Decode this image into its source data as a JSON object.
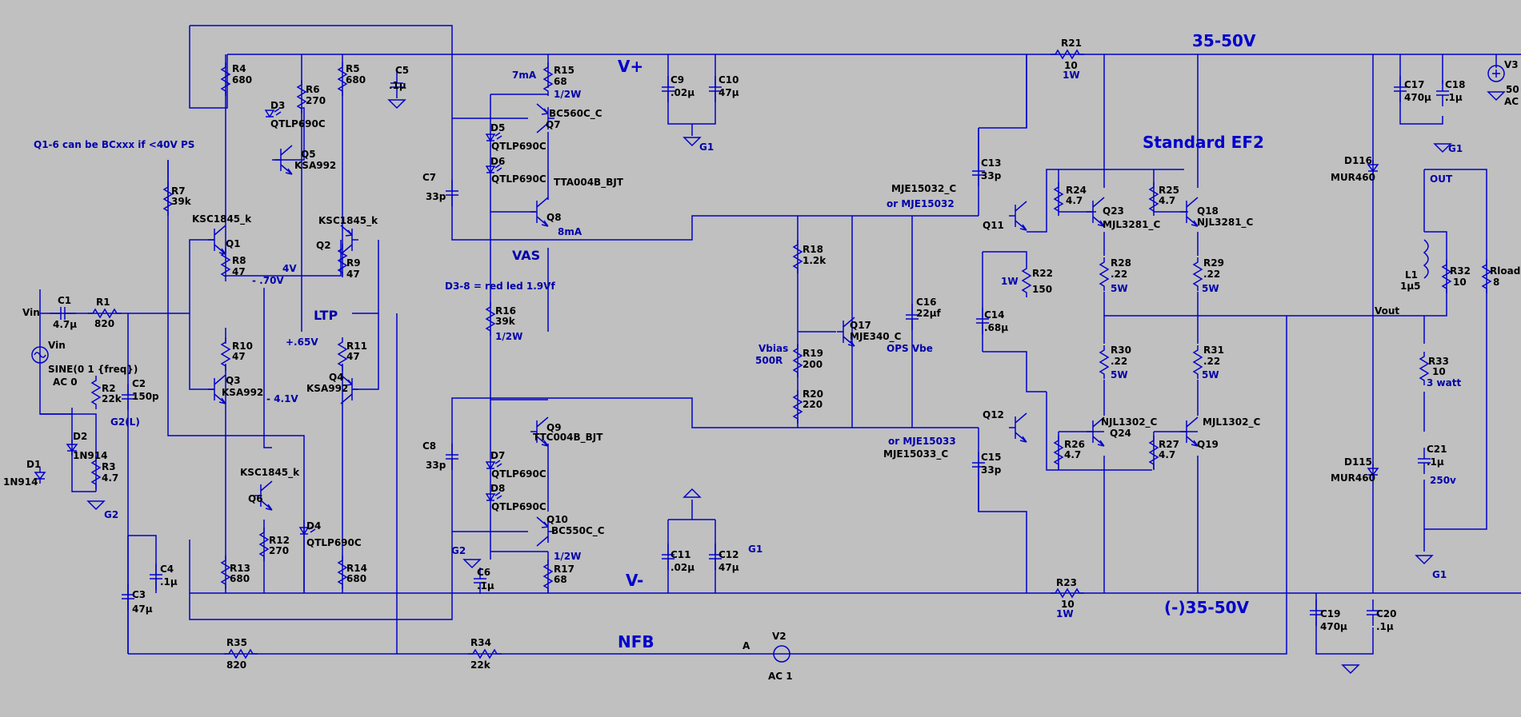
{
  "notes": {
    "v_plus": "V+",
    "v_minus": "V-",
    "rail_pos": "35-50V",
    "rail_neg": "(-)35-50V",
    "title": "Standard EF2",
    "vas": "VAS",
    "ltp": "LTP",
    "nfb": "NFB",
    "q_note": "Q1-6 can be BCxxx if <40V PS",
    "led_note": "D3-8 = red led 1.9Vf",
    "i7ma": "7mA",
    "i8ma": "8mA",
    "v4": "4V",
    "v070": "- .70V",
    "v065": "+.65V",
    "v41": "- 4.1V",
    "vbias": "Vbias",
    "vbias_val": "500R",
    "ops_vbe": "OPS Vbe",
    "out": "OUT",
    "vout": "Vout",
    "node_a": "A"
  },
  "resistors": [
    {
      "ref": "R4",
      "val": "680"
    },
    {
      "ref": "R5",
      "val": "680"
    },
    {
      "ref": "R6",
      "val": "270"
    },
    {
      "ref": "R7",
      "val": "39k"
    },
    {
      "ref": "R8",
      "val": "47"
    },
    {
      "ref": "R9",
      "val": "47"
    },
    {
      "ref": "R10",
      "val": "47"
    },
    {
      "ref": "R11",
      "val": "47"
    },
    {
      "ref": "R12",
      "val": "270"
    },
    {
      "ref": "R13",
      "val": "680"
    },
    {
      "ref": "R14",
      "val": "680"
    },
    {
      "ref": "R15",
      "val": "68"
    },
    {
      "ref": "R16",
      "val": "39k"
    },
    {
      "ref": "R17",
      "val": "68"
    },
    {
      "ref": "R18",
      "val": "1.2k"
    },
    {
      "ref": "R19",
      "val": "200"
    },
    {
      "ref": "R20",
      "val": "220"
    },
    {
      "ref": "R21",
      "val": "10"
    },
    {
      "ref": "R22",
      "val": "150"
    },
    {
      "ref": "R23",
      "val": "10"
    },
    {
      "ref": "R24",
      "val": "4.7"
    },
    {
      "ref": "R25",
      "val": "4.7"
    },
    {
      "ref": "R26",
      "val": "4.7"
    },
    {
      "ref": "R27",
      "val": "4.7"
    },
    {
      "ref": "R28",
      "val": ".22"
    },
    {
      "ref": "R29",
      "val": ".22"
    },
    {
      "ref": "R30",
      "val": ".22"
    },
    {
      "ref": "R31",
      "val": ".22"
    },
    {
      "ref": "R32",
      "val": "10"
    },
    {
      "ref": "R33",
      "val": "10"
    },
    {
      "ref": "R34",
      "val": "22k"
    },
    {
      "ref": "R35",
      "val": "820"
    },
    {
      "ref": "R1",
      "val": "820"
    },
    {
      "ref": "R2",
      "val": "22k"
    },
    {
      "ref": "R3",
      "val": "4.7"
    },
    {
      "ref": "Rload",
      "val": "8"
    }
  ],
  "power_ratings": {
    "w12a": "1/2W",
    "w12b": "1/2W",
    "w12c": "1/2W",
    "w1a": "1W",
    "w1b": "1W",
    "w1c": "1W",
    "w5a": "5W",
    "w5b": "5W",
    "w5c": "5W",
    "w5d": "5W",
    "w3": "3 watt",
    "v250": "250v"
  },
  "capacitors": [
    {
      "ref": "C1",
      "val": "4.7µ"
    },
    {
      "ref": "C2",
      "val": "150p"
    },
    {
      "ref": "C3",
      "val": "47µ"
    },
    {
      "ref": "C4",
      "val": ".1µ"
    },
    {
      "ref": "C5",
      "val": ".1µ"
    },
    {
      "ref": "C6",
      "val": ".1µ"
    },
    {
      "ref": "C7",
      "val": "33p"
    },
    {
      "ref": "C8",
      "val": "33p"
    },
    {
      "ref": "C9",
      "val": ".02µ"
    },
    {
      "ref": "C10",
      "val": "47µ"
    },
    {
      "ref": "C11",
      "val": ".02µ"
    },
    {
      "ref": "C12",
      "val": "47µ"
    },
    {
      "ref": "C13",
      "val": "33p"
    },
    {
      "ref": "C14",
      "val": ".68µ"
    },
    {
      "ref": "C15",
      "val": "33p"
    },
    {
      "ref": "C16",
      "val": "22µf"
    },
    {
      "ref": "C17",
      "val": "470µ"
    },
    {
      "ref": "C18",
      "val": ".1µ"
    },
    {
      "ref": "C19",
      "val": "470µ"
    },
    {
      "ref": "C20",
      "val": ".1µ"
    },
    {
      "ref": "C21",
      "val": ".1µ"
    }
  ],
  "transistors": [
    {
      "ref": "Q1",
      "part": "KSC1845_k"
    },
    {
      "ref": "Q2",
      "part": "KSC1845_k"
    },
    {
      "ref": "Q3",
      "part": "KSA992"
    },
    {
      "ref": "Q4",
      "part": "KSA992"
    },
    {
      "ref": "Q5",
      "part": "KSA992"
    },
    {
      "ref": "Q6",
      "part": "KSC1845_k"
    },
    {
      "ref": "Q7",
      "part": "BC560C_C"
    },
    {
      "ref": "Q8",
      "part": "TTA004B_BJT"
    },
    {
      "ref": "Q9",
      "part": "TTC004B_BJT"
    },
    {
      "ref": "Q10",
      "part": "BC550C_C"
    },
    {
      "ref": "Q11",
      "part": "MJE15032_C",
      "alt": "or MJE15032"
    },
    {
      "ref": "Q12",
      "part": "MJE15033_C",
      "alt": "or MJE15033"
    },
    {
      "ref": "Q17",
      "part": "MJE340_C"
    },
    {
      "ref": "Q18",
      "part": "NJL3281_C"
    },
    {
      "ref": "Q23",
      "part": "MJL3281_C"
    },
    {
      "ref": "Q19",
      "part": "MJL1302_C"
    },
    {
      "ref": "Q24",
      "part": "NJL1302_C"
    }
  ],
  "diodes": [
    {
      "ref": "D1",
      "part": "1N914"
    },
    {
      "ref": "D2",
      "part": "1N914"
    },
    {
      "ref": "D3",
      "part": "QTLP690C"
    },
    {
      "ref": "D4",
      "part": "QTLP690C"
    },
    {
      "ref": "D5",
      "part": "QTLP690C"
    },
    {
      "ref": "D6",
      "part": "QTLP690C"
    },
    {
      "ref": "D7",
      "part": "QTLP690C"
    },
    {
      "ref": "D8",
      "part": "QTLP690C"
    },
    {
      "ref": "D115",
      "part": "MUR460"
    },
    {
      "ref": "D116",
      "part": "MUR460"
    }
  ],
  "sources": {
    "vin_net": "Vin",
    "vin_ref": "Vin",
    "vin_spec": "SINE(0 1 {freq})",
    "vin_ac": "AC 0",
    "v2_ref": "V2",
    "v2_ac": "AC 1",
    "v3_ref": "V3",
    "v3_val": "50",
    "v3_ac": "AC"
  },
  "inductors": {
    "ref": "L1",
    "val": "1µ5"
  },
  "grounds": {
    "g1a": "G1",
    "g1b": "G1",
    "g1c": "G1",
    "g1d": "G1",
    "g2a": "G2",
    "g2b": "G2",
    "g2c": "G2(L)"
  }
}
